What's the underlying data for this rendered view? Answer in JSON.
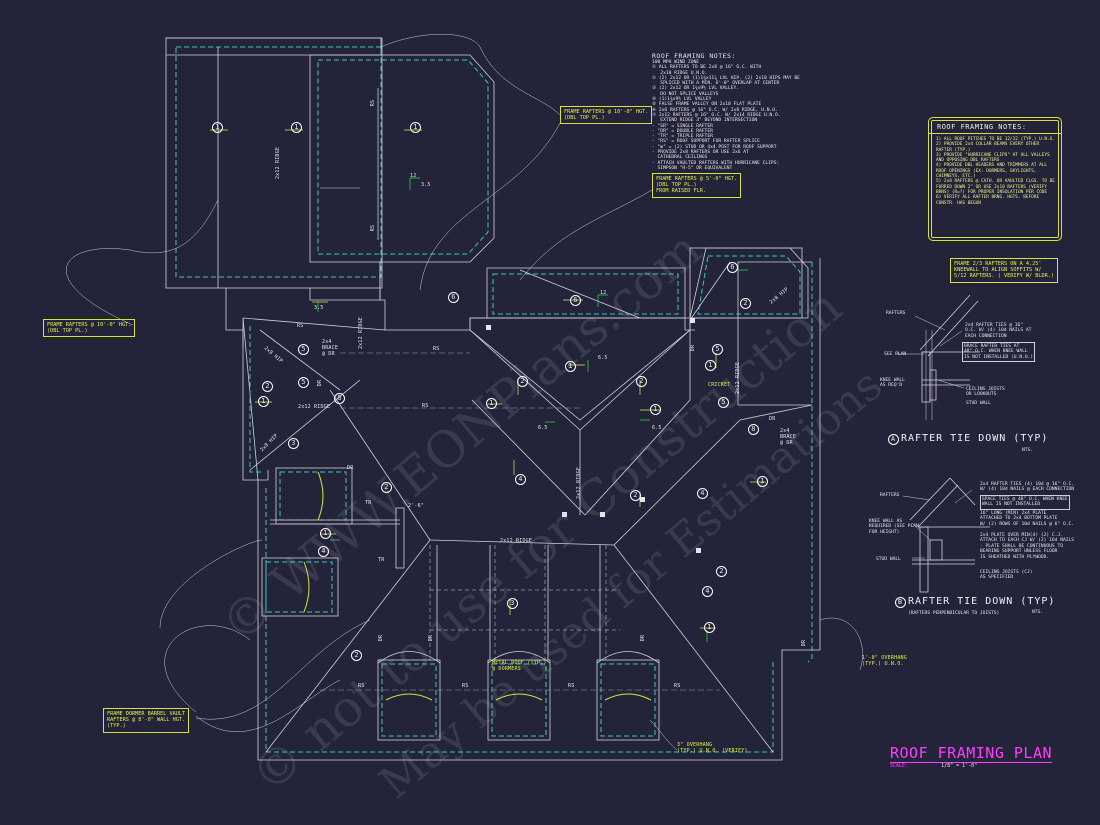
{
  "sheet": {
    "title": "ROOF FRAMING PLAN",
    "scale_label": "SCALE:",
    "scale_value": "1/8\" = 1'-0\"",
    "watermark_1": "© WWW.EONPlans.com",
    "watermark_2": "© not to use for Construction",
    "watermark_3": "May be used for Estimations",
    "colors": {
      "background": "#23243a",
      "lines": "#d0d0d8",
      "dashed": "#3ec3c0",
      "annotations": "#e8ee48",
      "title": "#ff3cff"
    }
  },
  "notes_general": {
    "title": "ROOF FRAMING NOTES:",
    "lines": [
      "100 MPH WIND ZONE",
      "① ALL RAFTERS TO BE 2x8 @ 16\" O.C. WITH",
      "   2x10 RIDGE U.N.O.",
      "② (2) 2x12 OR (1)1¾x11⅞ LVL HIP. (2) 2x10 HIPS MAY BE",
      "   SPLICED WITH A MIN. 6'-0\" OVERLAP AT CENTER",
      "③ (2) 2x12 OR 1¾x9½ LVL VALLEY.",
      "   DO NOT SPLICE VALLEYS",
      "④ (1)1¾x9½ LVL VALLEY",
      "⑤ FALSE FRAME VALLEY ON 2x10 FLAT PLATE",
      "⑥ 2x6 RAFTERS @ 16\" O.C. W/ 2x8 RIDGE, U.N.O.",
      "⑦ 2x12 RAFTERS @ 16\" O.C. W/ 2x14 RIDGE U.N.O.",
      "   EXTEND RIDGE 3\" BEYOND INTERSECTION",
      "- \"SR\" = SINGLE RAFTER",
      "- \"DR\" = DOUBLE RAFTER",
      "- \"TR\" = TRIPLE RAFTER",
      "- \"RS\" = ROOF SUPPORT FOR RAFTER SPLICE",
      "- \"⊠\" = (2) STUD OR 4x4 POST FOR ROOF SUPPORT",
      "- PROVIDE 2x8 RAFTERS OR USE 2x6 AT",
      "  CATHEDRAL CEILINGS",
      "- ATTACH VAULTED RAFTERS WITH HURRICANE CLIPS:",
      "  SIMPSON \"H-5\" OR EQUIVALENT"
    ]
  },
  "notes_box": {
    "title": "ROOF FRAMING NOTES:",
    "items": [
      "1) ALL ROOF PITCHES TO BE 12/12 (TYP.) U.N.O.",
      "2) PROVIDE 2x4 COLLAR BEAMS EVERY OTHER RAFTER (TYP.)",
      "3) PROVIDE \"HURRICANE CLIPS\" AT ALL VALLEYS AND OPPOSING DBL RAFTERS",
      "4) PROVIDE DBL HEADERS AND TRIMMERS AT ALL ROOF OPENINGS (EX: DORMERS, SKYLIGHTS, CHIMNEYS, ETC.)",
      "5) 2x8 RAFTERS @ CATH. OR VAULTED CLGS. TO BE FURRED DOWN 2\" OR USE 2x10 RAFTERS (VERIFY BRNS) (R=?) FOR PROPER INSULATION PER CODE",
      "6) VERIFY ALL RAFTER BRNG. HGTS. BEFORE CONSTR. HAS BEGUN"
    ]
  },
  "callouts": {
    "frame_top": "FRAME RAFTERS @ 10'-0\" HGT.\n(DBL TOP PL.)",
    "frame_raised": "FRAME RAFTERS @ 5'-0\" HGT.\n(DBL TOP PL.)\nFROM RAISED FLR.",
    "frame_left": "FRAME RAFTERS @ 10'-0\" HGT.\n(DBL TOP PL.)",
    "frame_dormer": "FRAME DORMER BARREL VAULT\nRAFTERS @ 8'-0\" WALL HGT.\n(TYP.)",
    "kneewall": "FRAME 2/3 RAFTERS ON A 4.25'\nKNEEWALL TO ALIGN SOFFITS W/\n5/12 RAFTERS. ( VERIFY W/ BLDR.)",
    "overhang_right": "1'-0\" OVERHANG\n(TYP.) U.N.O.",
    "overhang_bottom": "3\" OVERHANG\n(TYP.) U.N.O. (VERIFY)",
    "metal_roof": "METAL ROOF (TYP.)\n@ DORMERS",
    "cricket": "CRICKET"
  },
  "plan_labels": {
    "ridge": "2x12 RIDGE",
    "rs": "RS",
    "dr": "DR",
    "tr": "TR",
    "brace": "2x4\nBRACE\n@ DR",
    "brace2": "2x4\nBRACE\n@ DR",
    "hip": "2x8 HIP",
    "dim": "2'-6\"",
    "pitch_a": "12",
    "pitch_b": "3.5",
    "pitch_c": "6.5"
  },
  "detail_a": {
    "title": "RAFTER TIE DOWN (TYP)",
    "letter": "A",
    "nts": "NTS.",
    "labels": {
      "rafters": "RAFTERS",
      "see_plan": "SEE PLAN",
      "knee_wall": "KNEE WALL\nAS REQ'D",
      "ties": "2x4 RAFTER TIES @ 16\"\nO.C. W/ (4) 10d NAILS AT\nEACH CONNECTION",
      "brace_note": "BRACE RAFTER TIES AT\n48\" O.C. WHEN KNEE WALL\nIS NOT INSTALLED (U.N.O.)",
      "ceiling": "CEILING JOISTS\nOR LOOKOUTS",
      "stud": "STUD WALL"
    }
  },
  "detail_b": {
    "title": "RAFTER TIE DOWN (TYP)",
    "letter": "B",
    "nts": "NTS.",
    "subtitle": "(RAFTERS PERPENDICULAR TO JOISTS)",
    "labels": {
      "rafters": "RAFTERS",
      "knee_wall": "KNEE WALL AS\nREQUIRED (SEE PLAN\nFOR HEIGHT)",
      "stud": "STUD WALL",
      "ties": "2x4 RAFTER TIES (4) 10d @ 16\" O.C.\nW/ (4) 10d NAILS @ EACH CONNECTION",
      "space": "SPACE TIES @ 48\" O.C. WHEN KNEE\nWALL IS NOT INSTALLED",
      "plate": "16\" LONG (MIN) 2x4 PLATE\nATTACHED TO 2x4 BOTTOM PLATE\nW/ (2) ROWS OF 10d NAILS @ 6\" O.C.",
      "plate2": "2x4 PLATE OVER MIN(4) (2) C.J.\nATTACH TO EACH CJ W/ (2) 16d NAILS\n- PLATE SHALL BE CONTINUOUS TO\nBEARING SUPPORT UNLESS FLOOR\nIS SHEATHED WITH PLYWOOD.",
      "ceiling": "CEILING JOISTS (CJ)\nAS SPECIFIED"
    }
  }
}
